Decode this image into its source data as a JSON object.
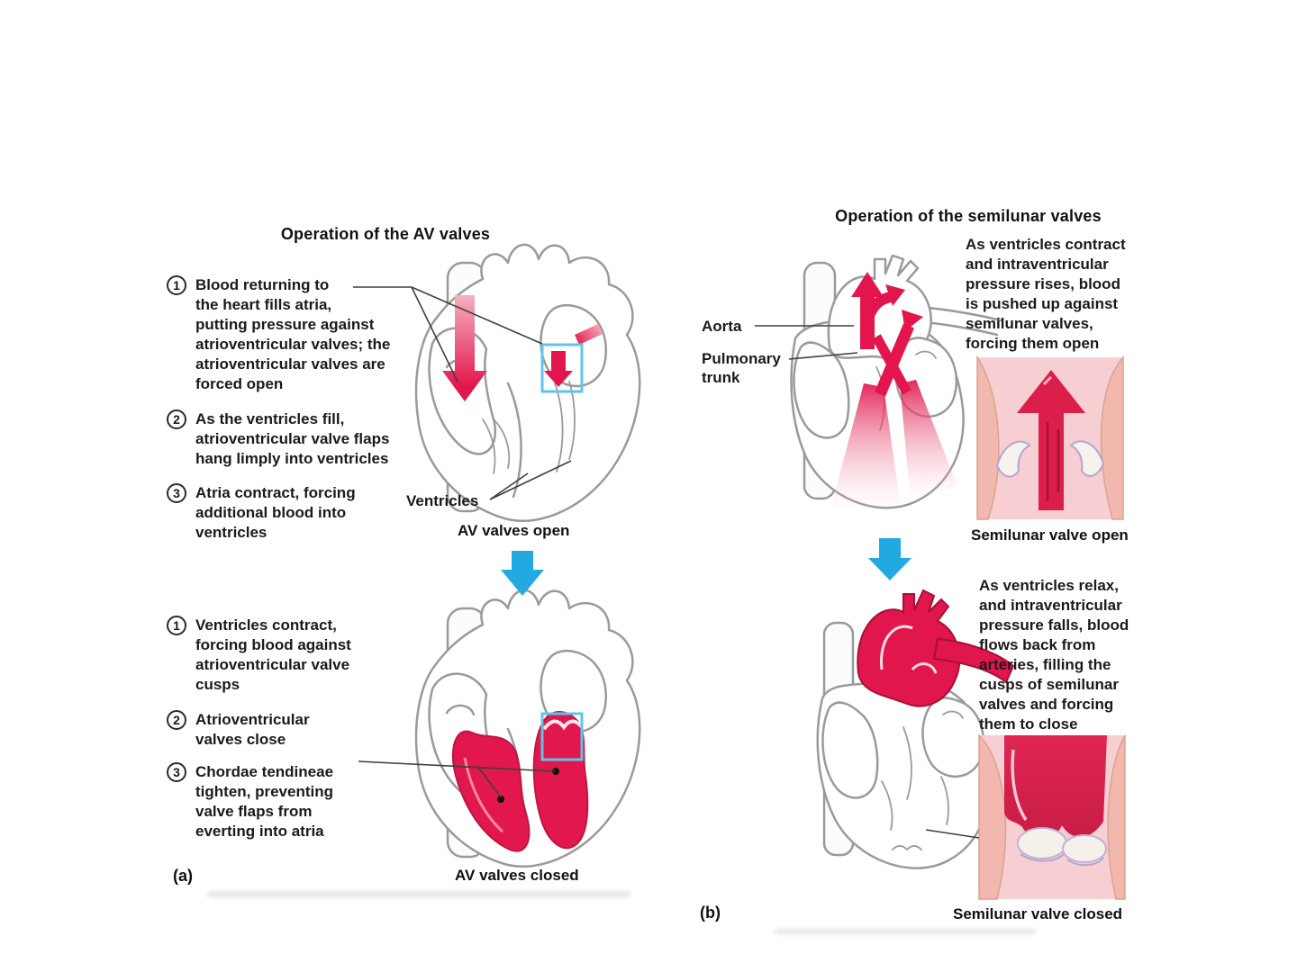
{
  "figure": {
    "panel_a": {
      "title": "Operation of the AV valves",
      "steps_open": [
        {
          "num": "1",
          "text": "Blood returning to\nthe heart fills atria,\nputting pressure against\natrioventricular valves; the\natrioventricular valves are\nforced open"
        },
        {
          "num": "2",
          "text": "As the ventricles fill,\natrioventricular valve flaps\nhang limply into ventricles"
        },
        {
          "num": "3",
          "text": "Atria contract, forcing\nadditional blood into\nventricles"
        }
      ],
      "label_ventricles": "Ventricles",
      "caption_open": "AV valves open",
      "steps_closed": [
        {
          "num": "1",
          "text": "Ventricles contract,\nforcing blood against\natrioventricular valve\ncusps"
        },
        {
          "num": "2",
          "text": "Atrioventricular\nvalves close"
        },
        {
          "num": "3",
          "text": "Chordae tendineae\ntighten, preventing\nvalve flaps from\neverting into atria"
        }
      ],
      "caption_closed": "AV valves closed",
      "panel_label": "(a)"
    },
    "panel_b": {
      "title": "Operation of the semilunar valves",
      "label_aorta": "Aorta",
      "label_pulmonary_trunk": "Pulmonary\ntrunk",
      "text_open": "As ventricles contract\nand intraventricular\npressure rises, blood\nis pushed up against\nsemilunar valves,\nforcing them open",
      "caption_open": "Semilunar valve open",
      "text_closed": "As ventricles relax,\nand intraventricular\npressure falls, blood\nflows back from\narteries, filling the\ncusps of semilunar\nvalves and forcing\nthem to close",
      "caption_closed": "Semilunar valve closed",
      "panel_label": "(b)"
    },
    "icons": {
      "flow_down_arrow": "thick cyan down-arrow",
      "blood_flow_arrow": "crimson flow arrow",
      "highlight_box": "light-blue square outline"
    },
    "colors": {
      "blood_crimson": "#e2164d",
      "blood_dark": "#c11342",
      "cyan_arrow": "#23a9e1",
      "highlight_box_blue": "#5fc4e9",
      "heart_outline_gray": "#9a9a9a",
      "callout_line": "#3f3f3f",
      "vessel_pink": "#f2b7ad",
      "inset_pink_bg": "#f7ced2"
    }
  }
}
